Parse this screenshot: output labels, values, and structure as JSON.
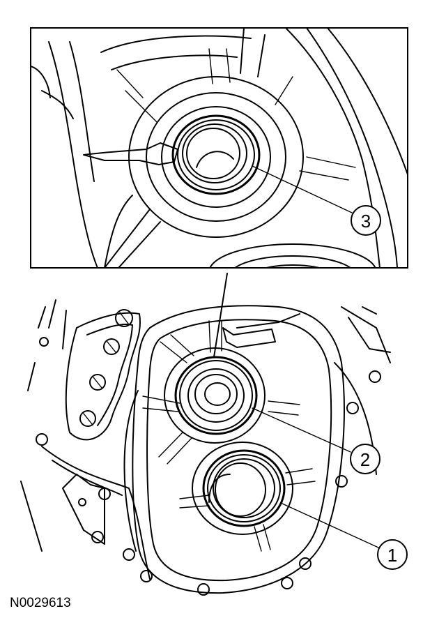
{
  "callouts": [
    {
      "id": "seal-3",
      "label": "3"
    },
    {
      "id": "seal-2",
      "label": "2"
    },
    {
      "id": "seal-1",
      "label": "1"
    }
  ],
  "reference_code": "N0029613"
}
